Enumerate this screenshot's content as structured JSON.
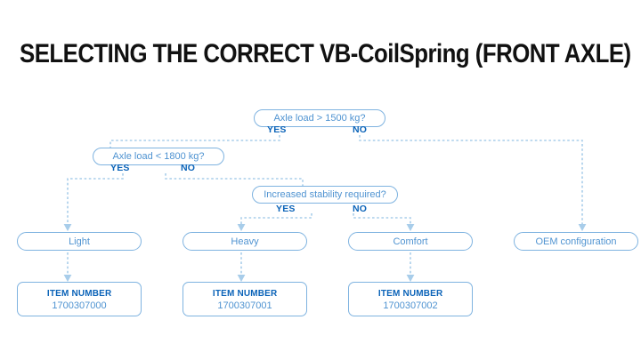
{
  "page": {
    "title": "SELECTING THE CORRECT VB-CoilSpring (FRONT AXLE)",
    "background": "#ffffff"
  },
  "colors": {
    "title_text": "#111111",
    "accent_strong": "#0b63b8",
    "node_text": "#4f93d1",
    "node_border": "#7fb3e0",
    "connector": "#a8cdea"
  },
  "flow": {
    "decisions": [
      {
        "id": "d1",
        "label": "Axle load > 1500 kg?",
        "yes_label": "YES",
        "no_label": "NO"
      },
      {
        "id": "d2",
        "label": "Axle load < 1800 kg?",
        "yes_label": "YES",
        "no_label": "NO"
      },
      {
        "id": "d3",
        "label": "Increased stability required?",
        "yes_label": "YES",
        "no_label": "NO"
      }
    ],
    "results": [
      {
        "id": "r1",
        "label": "Light"
      },
      {
        "id": "r2",
        "label": "Heavy"
      },
      {
        "id": "r3",
        "label": "Comfort"
      },
      {
        "id": "r4",
        "label": "OEM configuration"
      }
    ],
    "items": [
      {
        "id": "i1",
        "heading": "ITEM NUMBER",
        "number": "1700307000"
      },
      {
        "id": "i2",
        "heading": "ITEM NUMBER",
        "number": "1700307001"
      },
      {
        "id": "i3",
        "heading": "ITEM NUMBER",
        "number": "1700307002"
      }
    ],
    "edges": [
      {
        "from": "d1",
        "branch": "YES",
        "to": "d2"
      },
      {
        "from": "d1",
        "branch": "NO",
        "to": "r4"
      },
      {
        "from": "d2",
        "branch": "YES",
        "to": "r1"
      },
      {
        "from": "d2",
        "branch": "NO",
        "to": "d3"
      },
      {
        "from": "d3",
        "branch": "YES",
        "to": "r2"
      },
      {
        "from": "d3",
        "branch": "NO",
        "to": "r3"
      },
      {
        "from": "r1",
        "branch": "",
        "to": "i1"
      },
      {
        "from": "r2",
        "branch": "",
        "to": "i2"
      },
      {
        "from": "r3",
        "branch": "",
        "to": "i3"
      }
    ]
  }
}
